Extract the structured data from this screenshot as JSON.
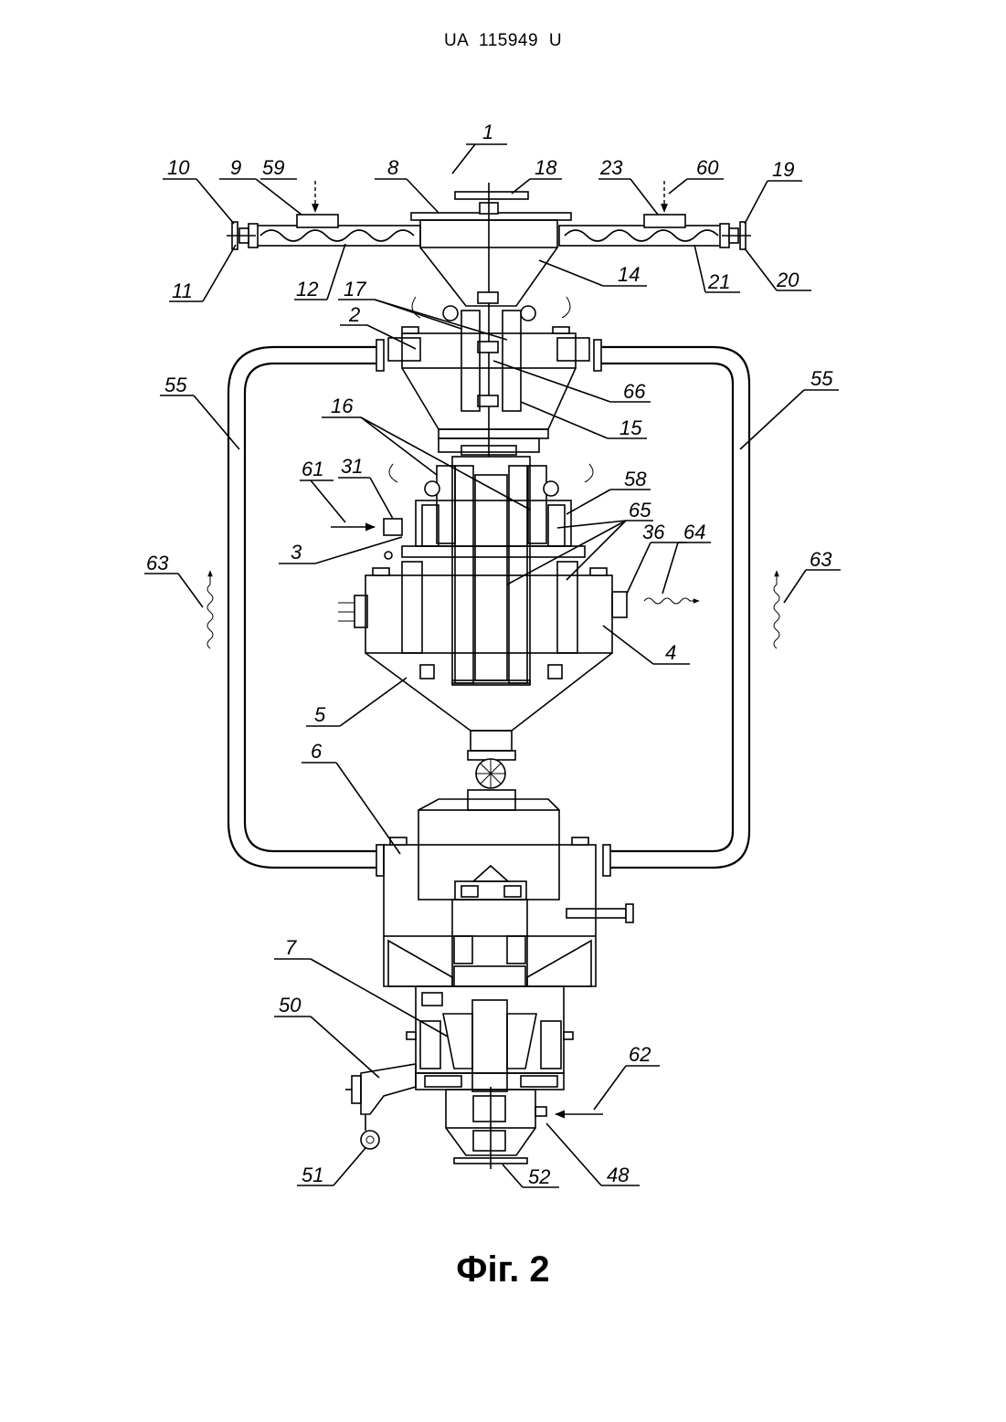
{
  "header": "UA 115949 U",
  "figure_caption": "Фіг. 2",
  "labels": {
    "l1": "1",
    "l2": "2",
    "l3": "3",
    "l4": "4",
    "l5": "5",
    "l6": "6",
    "l7": "7",
    "l8": "8",
    "l9": "9",
    "l10": "10",
    "l11": "11",
    "l12": "12",
    "l14": "14",
    "l15": "15",
    "l16": "16",
    "l17": "17",
    "l18": "18",
    "l19": "19",
    "l20": "20",
    "l21": "21",
    "l23": "23",
    "l31": "31",
    "l36": "36",
    "l48": "48",
    "l50": "50",
    "l51": "51",
    "l52": "52",
    "l55a": "55",
    "l55b": "55",
    "l58": "58",
    "l59": "59",
    "l60": "60",
    "l61": "61",
    "l62": "62",
    "l63a": "63",
    "l63b": "63",
    "l64": "64",
    "l65": "65",
    "l66": "66"
  }
}
